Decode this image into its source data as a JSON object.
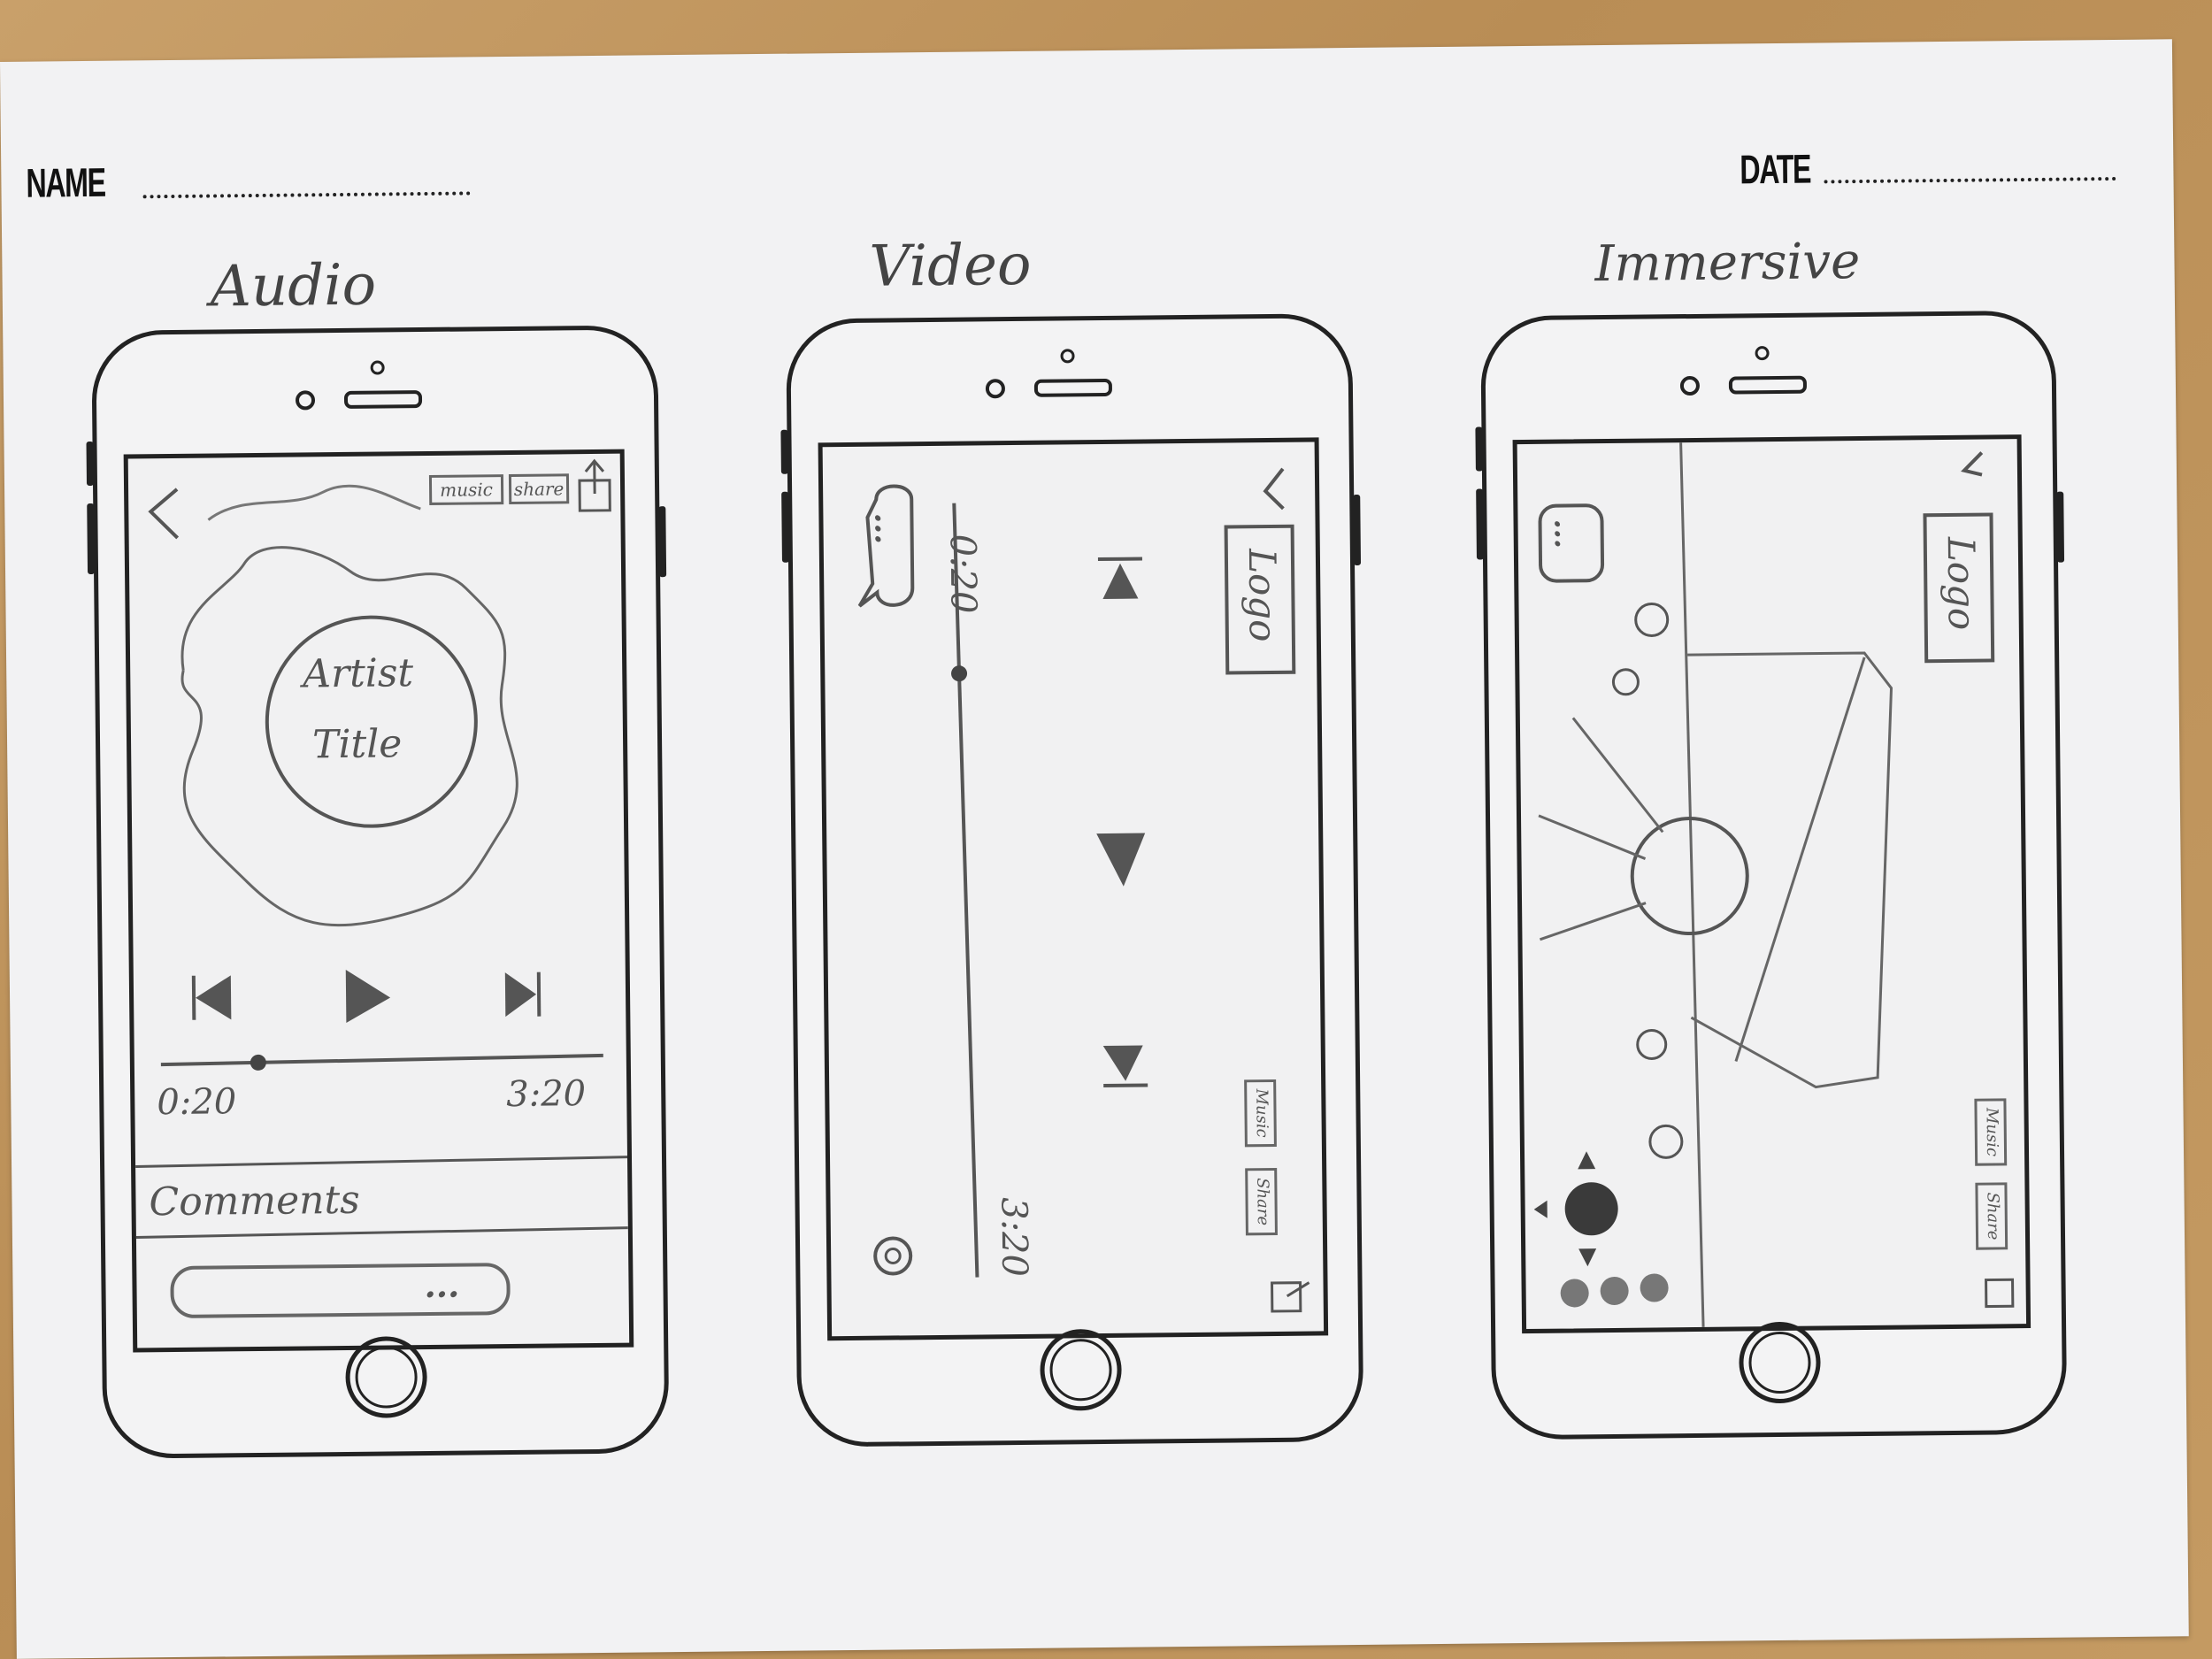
{
  "sheet": {
    "name_label": "NAME",
    "date_label": "DATE"
  },
  "audio": {
    "heading": "Audio",
    "back_icon": "chevron-left-icon",
    "music_btn": "music",
    "share_btn": "share",
    "artist_text": "Artist",
    "title_text": "Title",
    "time_elapsed": "0:20",
    "time_total": "3:20",
    "comments_label": "Comments",
    "comment_more": "...",
    "progress": 0.22
  },
  "video": {
    "heading": "Video",
    "time_elapsed": "0:20",
    "time_total": "3:20",
    "logo": "Logo",
    "music_btn": "Music",
    "share_btn": "Share",
    "chat_more": "...",
    "progress": 0.22
  },
  "immersive": {
    "heading": "Immersive",
    "logo": "Logo",
    "music_btn": "Music",
    "share_btn": "Share",
    "chat_more": "..."
  }
}
